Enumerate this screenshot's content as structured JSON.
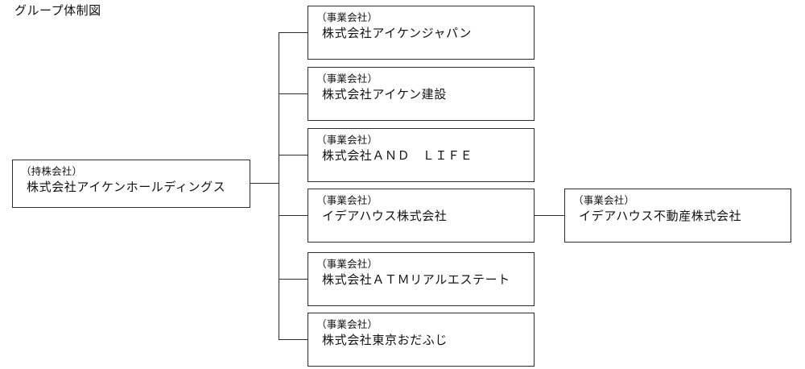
{
  "title": "グループ体制図",
  "diagram": {
    "type": "organization-chart",
    "line_color": "#2b2b2b",
    "background": "#ffffff",
    "holding": {
      "kind": "（持株会社）",
      "name": "株式会社アイケンホールディングス"
    },
    "subsidiaries": [
      {
        "kind": "（事業会社）",
        "name": "株式会社アイケンジャパン"
      },
      {
        "kind": "（事業会社）",
        "name": "株式会社アイケン建設"
      },
      {
        "kind": "（事業会社）",
        "name": "株式会社ＡＮＤ　ＬＩＦＥ"
      },
      {
        "kind": "（事業会社）",
        "name": "イデアハウス株式会社"
      },
      {
        "kind": "（事業会社）",
        "name": "株式会社ＡＴＭリアルエステート"
      },
      {
        "kind": "（事業会社）",
        "name": "株式会社東京おだふじ"
      }
    ],
    "grandchildren": [
      {
        "kind": "（事業会社）",
        "name": "イデアハウス不動産株式会社"
      }
    ]
  }
}
